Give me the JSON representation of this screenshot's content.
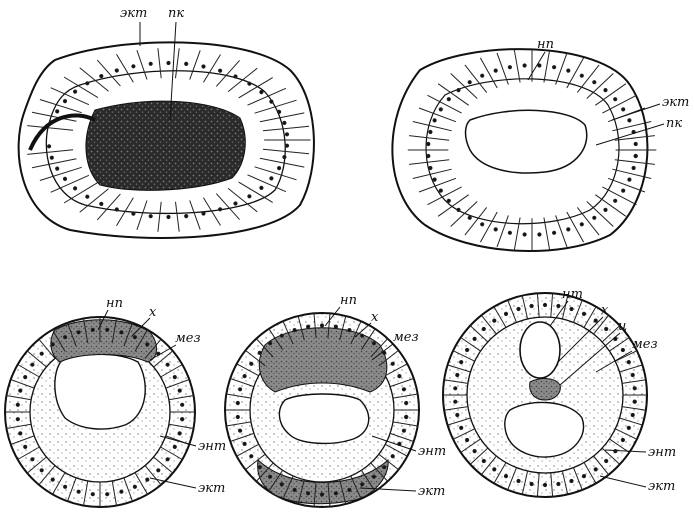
{
  "figures": [
    {
      "id": "a",
      "labels": [
        "экт",
        "пк"
      ]
    },
    {
      "id": "b",
      "labels": [
        "нп",
        "экт",
        "пк"
      ]
    },
    {
      "id": "c",
      "labels": [
        "нп",
        "х",
        "мез",
        "энт",
        "экт"
      ]
    },
    {
      "id": "d",
      "labels": [
        "нп",
        "х",
        "мез",
        "энт",
        "экт"
      ]
    },
    {
      "id": "e",
      "labels": [
        "нт",
        "х",
        "ц",
        "мез",
        "энт",
        "экт"
      ]
    }
  ],
  "colors": {
    "ink": "#111111",
    "background": "#ffffff",
    "stipple": "#333333"
  }
}
